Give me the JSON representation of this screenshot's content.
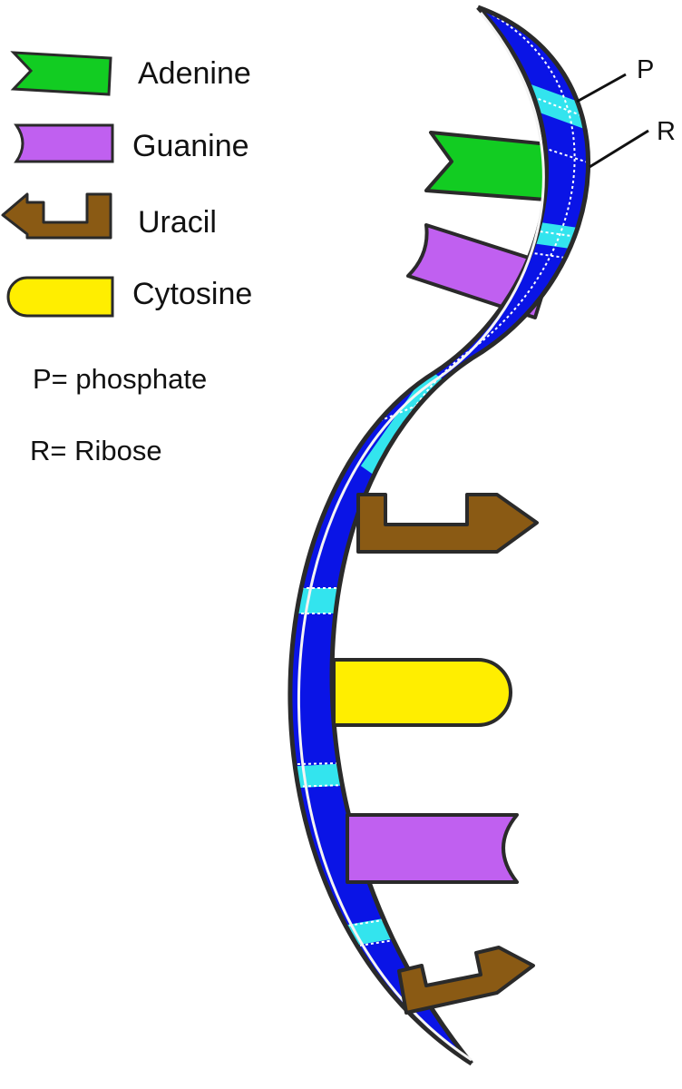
{
  "legend": {
    "adenine": "Adenine",
    "guanine": "Guanine",
    "uracil": "Uracil",
    "cytosine": "Cytosine"
  },
  "key": {
    "phosphate": "P= phosphate",
    "ribose": "R= Ribose"
  },
  "markers": {
    "p": "P",
    "r": "R"
  },
  "colors": {
    "adenine": "#12cc22",
    "guanine": "#c060f0",
    "uracil": "#8a5a14",
    "cytosine": "#ffee00",
    "ribose": "#0a14e6",
    "phosphate": "#33e4ee",
    "outline": "#2a2a2a"
  }
}
